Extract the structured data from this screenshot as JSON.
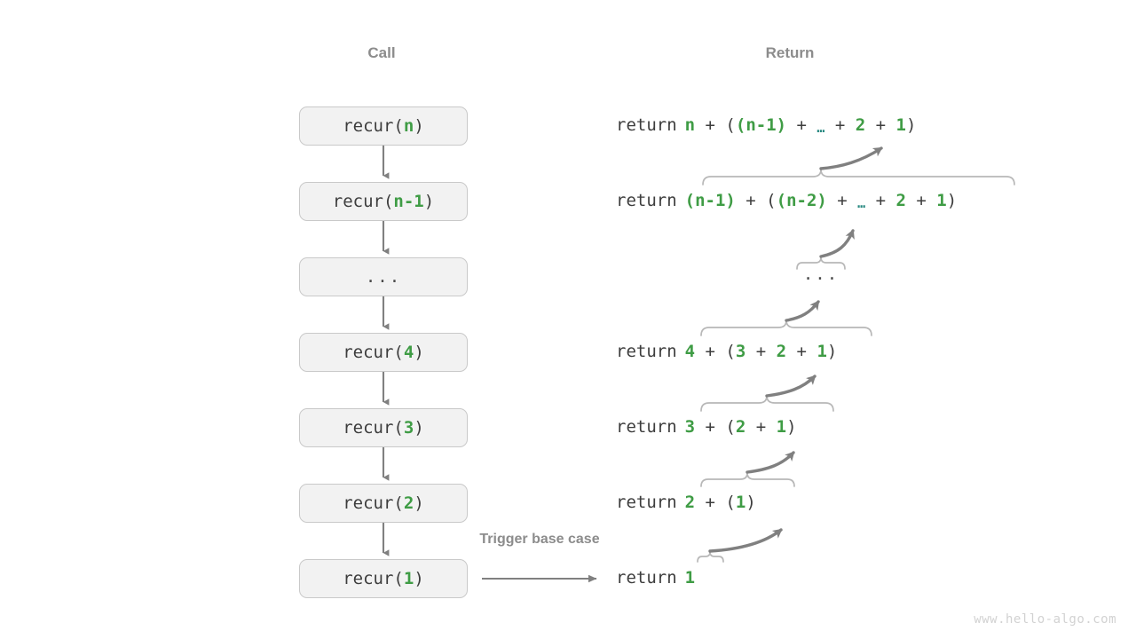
{
  "headers": {
    "call": "Call",
    "return": "Return"
  },
  "colors": {
    "green": "#3f9c45",
    "teal_dots": "#2a8a82",
    "text": "#3d3d3d",
    "gray_label": "#8c8c8c",
    "box_fill": "#f2f2f2",
    "box_border": "#c9c9c9",
    "arrow": "#808080",
    "brace": "#b3b3b3",
    "watermark": "#d2d2d2"
  },
  "call_stack": [
    {
      "label_prefix": "recur(",
      "arg": "n",
      "label_suffix": ")",
      "is_ellipsis": false
    },
    {
      "label_prefix": "recur(",
      "arg": "n-1",
      "label_suffix": ")",
      "is_ellipsis": false
    },
    {
      "label_prefix": "",
      "arg": "...",
      "label_suffix": "",
      "is_ellipsis": true
    },
    {
      "label_prefix": "recur(",
      "arg": "4",
      "label_suffix": ")",
      "is_ellipsis": false
    },
    {
      "label_prefix": "recur(",
      "arg": "3",
      "label_suffix": ")",
      "is_ellipsis": false
    },
    {
      "label_prefix": "recur(",
      "arg": "2",
      "label_suffix": ")",
      "is_ellipsis": false
    },
    {
      "label_prefix": "recur(",
      "arg": "1",
      "label_suffix": ")",
      "is_ellipsis": false
    }
  ],
  "return_rows": [
    {
      "keyword": "return",
      "parts": [
        {
          "t": "n",
          "c": "green"
        },
        {
          "t": " + ",
          "c": "plain"
        },
        {
          "t": "(",
          "c": "plain"
        },
        {
          "t": "(n-1)",
          "c": "green"
        },
        {
          "t": " + ",
          "c": "plain"
        },
        {
          "t": "…",
          "c": "dots"
        },
        {
          "t": " + ",
          "c": "plain"
        },
        {
          "t": "2",
          "c": "green"
        },
        {
          "t": " + ",
          "c": "plain"
        },
        {
          "t": "1",
          "c": "green"
        },
        {
          "t": ")",
          "c": "plain"
        }
      ],
      "plain": "return n + ((n-1) + … + 2 + 1)"
    },
    {
      "keyword": "return",
      "parts": [
        {
          "t": "(n-1)",
          "c": "green"
        },
        {
          "t": " + ",
          "c": "plain"
        },
        {
          "t": "(",
          "c": "plain"
        },
        {
          "t": "(n-2)",
          "c": "green"
        },
        {
          "t": " + ",
          "c": "plain"
        },
        {
          "t": "…",
          "c": "dots"
        },
        {
          "t": " + ",
          "c": "plain"
        },
        {
          "t": "2",
          "c": "green"
        },
        {
          "t": " + ",
          "c": "plain"
        },
        {
          "t": "1",
          "c": "green"
        },
        {
          "t": ")",
          "c": "plain"
        }
      ],
      "plain": "return (n-1) + ((n-2) + … + 2 + 1)"
    },
    {
      "keyword": "",
      "parts": [],
      "plain": "..."
    },
    {
      "keyword": "return",
      "parts": [
        {
          "t": "4",
          "c": "green"
        },
        {
          "t": " + ",
          "c": "plain"
        },
        {
          "t": "(",
          "c": "plain"
        },
        {
          "t": "3",
          "c": "green"
        },
        {
          "t": " + ",
          "c": "plain"
        },
        {
          "t": "2",
          "c": "green"
        },
        {
          "t": " + ",
          "c": "plain"
        },
        {
          "t": "1",
          "c": "green"
        },
        {
          "t": ")",
          "c": "plain"
        }
      ],
      "plain": "return 4 + (3 + 2 + 1)"
    },
    {
      "keyword": "return",
      "parts": [
        {
          "t": "3",
          "c": "green"
        },
        {
          "t": " + ",
          "c": "plain"
        },
        {
          "t": "(",
          "c": "plain"
        },
        {
          "t": "2",
          "c": "green"
        },
        {
          "t": " + ",
          "c": "plain"
        },
        {
          "t": "1",
          "c": "green"
        },
        {
          "t": ")",
          "c": "plain"
        }
      ],
      "plain": "return 3 + (2 + 1)"
    },
    {
      "keyword": "return",
      "parts": [
        {
          "t": "2",
          "c": "green"
        },
        {
          "t": " + ",
          "c": "plain"
        },
        {
          "t": "(",
          "c": "plain"
        },
        {
          "t": "1",
          "c": "green"
        },
        {
          "t": ")",
          "c": "plain"
        }
      ],
      "plain": "return 2 + (1)"
    },
    {
      "keyword": "return",
      "parts": [
        {
          "t": "1",
          "c": "green"
        }
      ],
      "plain": "return 1"
    }
  ],
  "annotations": {
    "trigger_base_case": "Trigger base case"
  },
  "watermark": "www.hello-algo.com"
}
